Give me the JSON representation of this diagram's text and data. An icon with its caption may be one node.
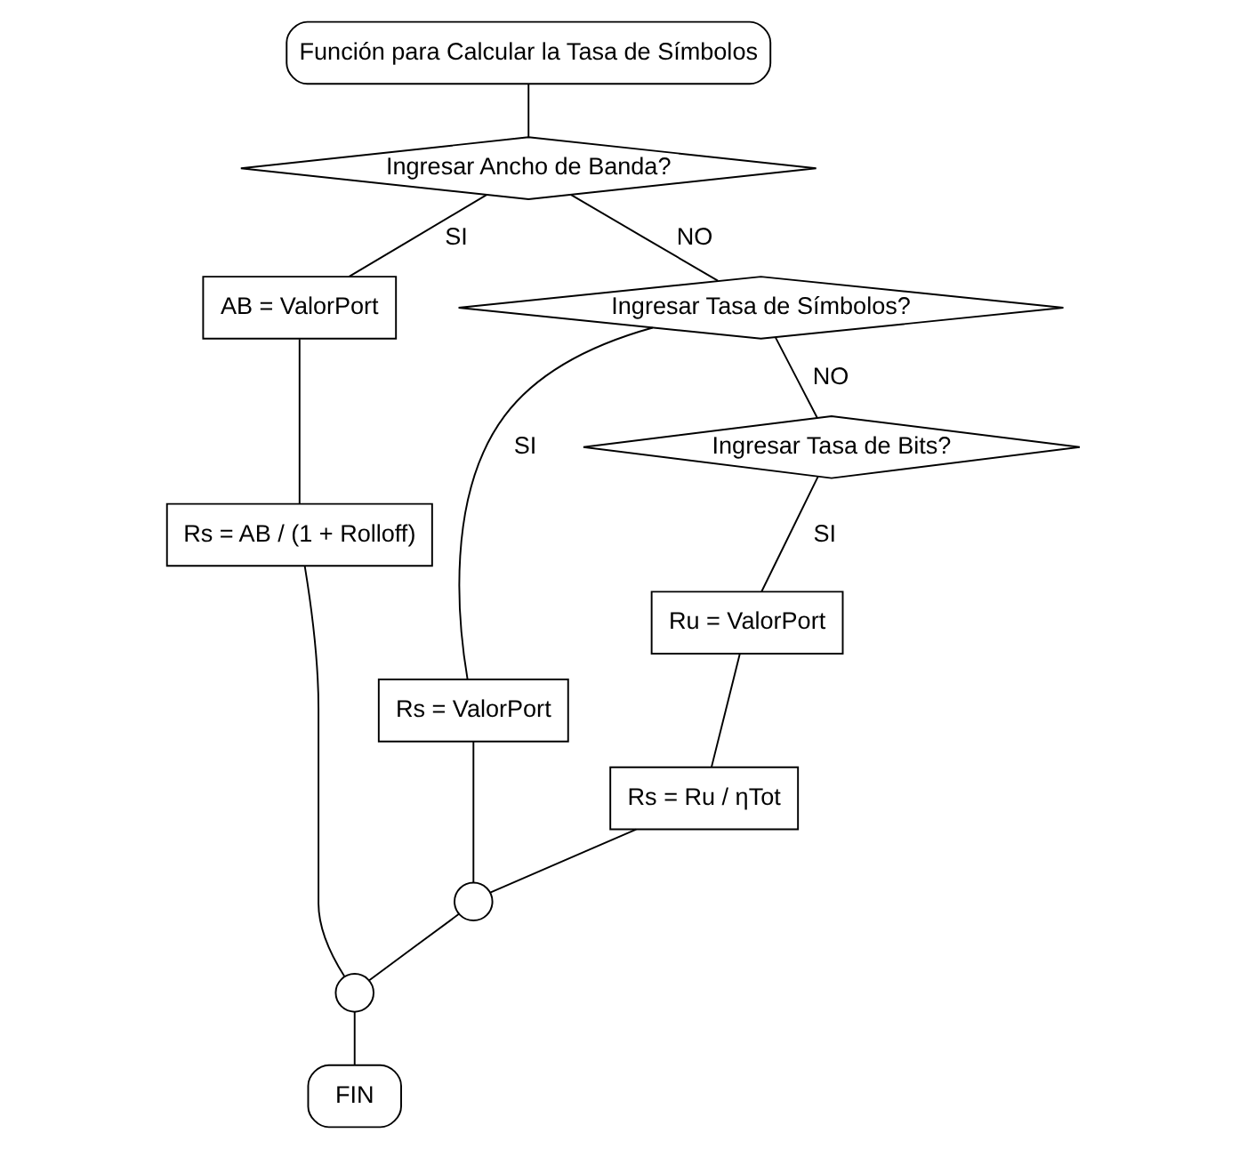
{
  "diagram": {
    "nodes": [
      {
        "text": [
          "Función para Calcular la Tasa de Símbolos"
        ]
      },
      {
        "text": [
          "Ingresar Ancho de Banda?"
        ]
      },
      {
        "text": [
          "AB = ValorPort"
        ]
      },
      {
        "text": [
          "Rs = AB / (1 + Rolloff)"
        ]
      },
      {
        "text": [
          "Ingresar Tasa de Símbolos?"
        ]
      },
      {
        "text": [
          "Rs = ValorPort"
        ]
      },
      {
        "text": [
          "Ingresar Tasa de Bits?"
        ]
      },
      {
        "text": [
          "Ru = ValorPort"
        ]
      },
      {
        "text": [
          "Rs = Ru / ηTot"
        ]
      },
      {
        "text": [],
        "shape": "circle"
      },
      {
        "text": [],
        "shape": "circle"
      },
      {
        "text": [
          "FIN"
        ]
      }
    ],
    "edges": [
      {
        "from": 0,
        "to": 1,
        "arrow": "none"
      },
      {
        "from": 1,
        "to": 2,
        "arrow": "none",
        "label": "SI"
      },
      {
        "from": 2,
        "to": 3,
        "arrow": "none"
      },
      {
        "from": 1,
        "to": 4,
        "arrow": "none",
        "label": "NO"
      },
      {
        "from": 4,
        "to": 5,
        "arrow": "none",
        "label": "SI"
      },
      {
        "from": 4,
        "to": 6,
        "arrow": "none",
        "label": "NO"
      },
      {
        "from": 6,
        "to": 7,
        "arrow": "none",
        "label": "SI"
      },
      {
        "from": 7,
        "to": 8,
        "arrow": "none"
      },
      {
        "from": 3,
        "to": 9,
        "arrow": "none"
      },
      {
        "from": 5,
        "to": 10,
        "arrow": "none"
      },
      {
        "from": 8,
        "to": 10,
        "arrow": "none"
      },
      {
        "from": 10,
        "to": 9,
        "arrow": "none"
      },
      {
        "from": 9,
        "to": 11,
        "arrow": "none"
      }
    ]
  }
}
